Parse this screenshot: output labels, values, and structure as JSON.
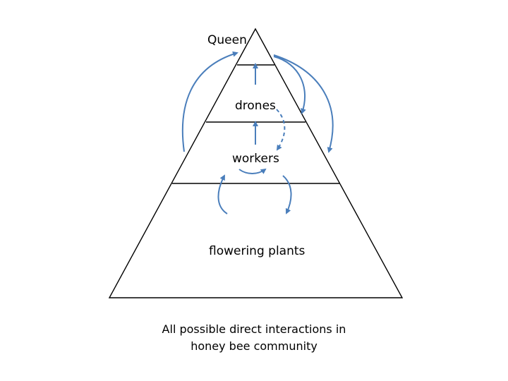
{
  "diagram": {
    "levels": [
      {
        "label": "Queen"
      },
      {
        "label": "drones"
      },
      {
        "label": "workers"
      },
      {
        "label": "flowering plants"
      }
    ],
    "caption": {
      "line1": "All possible direct interactions in",
      "line2": "honey bee community"
    },
    "colors": {
      "outline": "#000000",
      "arrow": "#4a7ebb"
    }
  }
}
